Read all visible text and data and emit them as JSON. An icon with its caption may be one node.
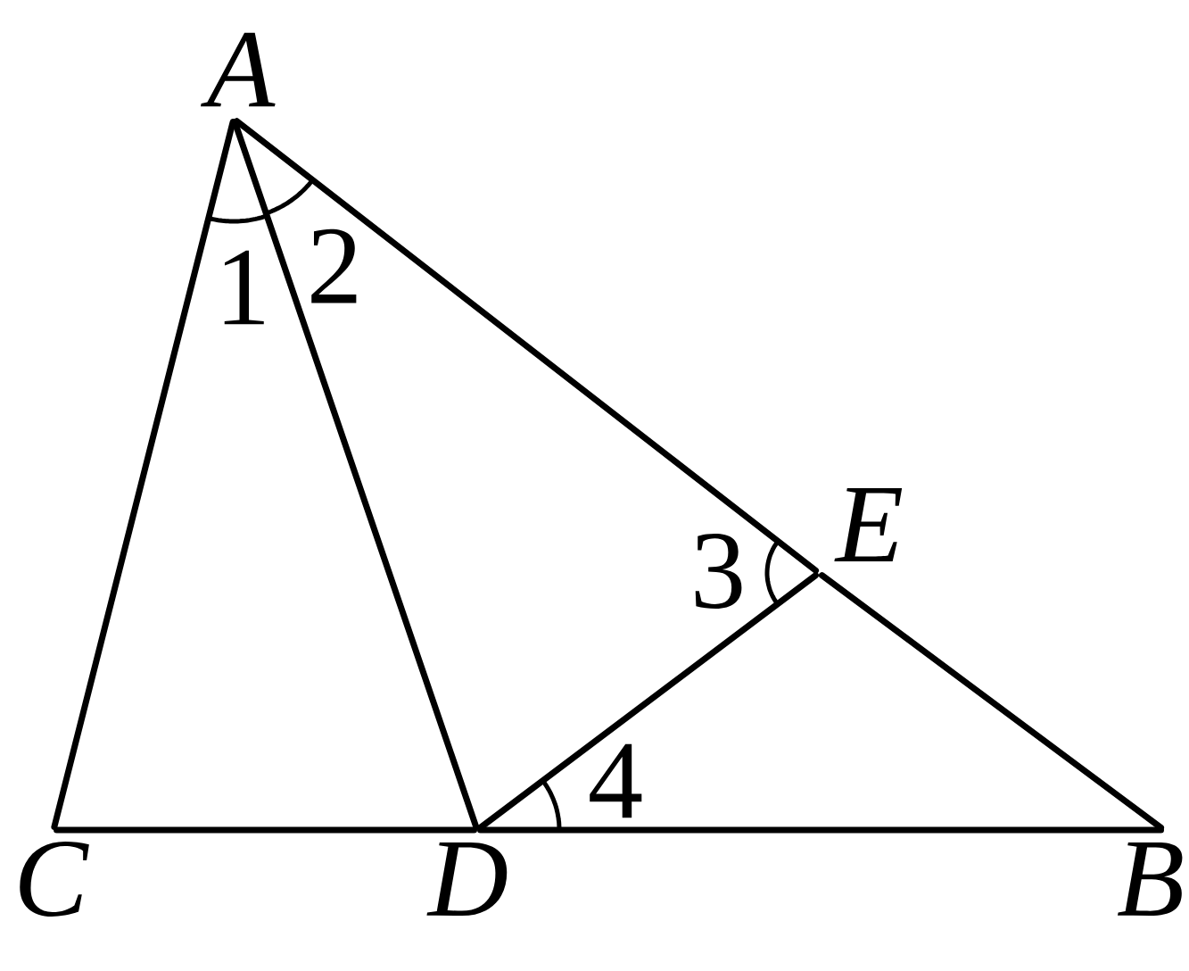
{
  "diagram": {
    "nodes": [
      {
        "text": [
          "A"
        ]
      },
      {
        "text": [
          "C"
        ]
      },
      {
        "text": [
          "D"
        ]
      },
      {
        "text": [
          "B"
        ]
      },
      {
        "text": [
          "E"
        ]
      }
    ],
    "edges": [
      {
        "from": 0,
        "to": 1,
        "arrow": "none"
      },
      {
        "from": 0,
        "to": 2,
        "arrow": "none"
      },
      {
        "from": 0,
        "to": 4,
        "arrow": "none"
      },
      {
        "from": 4,
        "to": 3,
        "arrow": "none"
      },
      {
        "from": 1,
        "to": 2,
        "arrow": "none"
      },
      {
        "from": 2,
        "to": 3,
        "arrow": "none"
      },
      {
        "from": 2,
        "to": 4,
        "arrow": "none"
      }
    ],
    "labels": [
      "1",
      "2",
      "3",
      "4"
    ]
  }
}
